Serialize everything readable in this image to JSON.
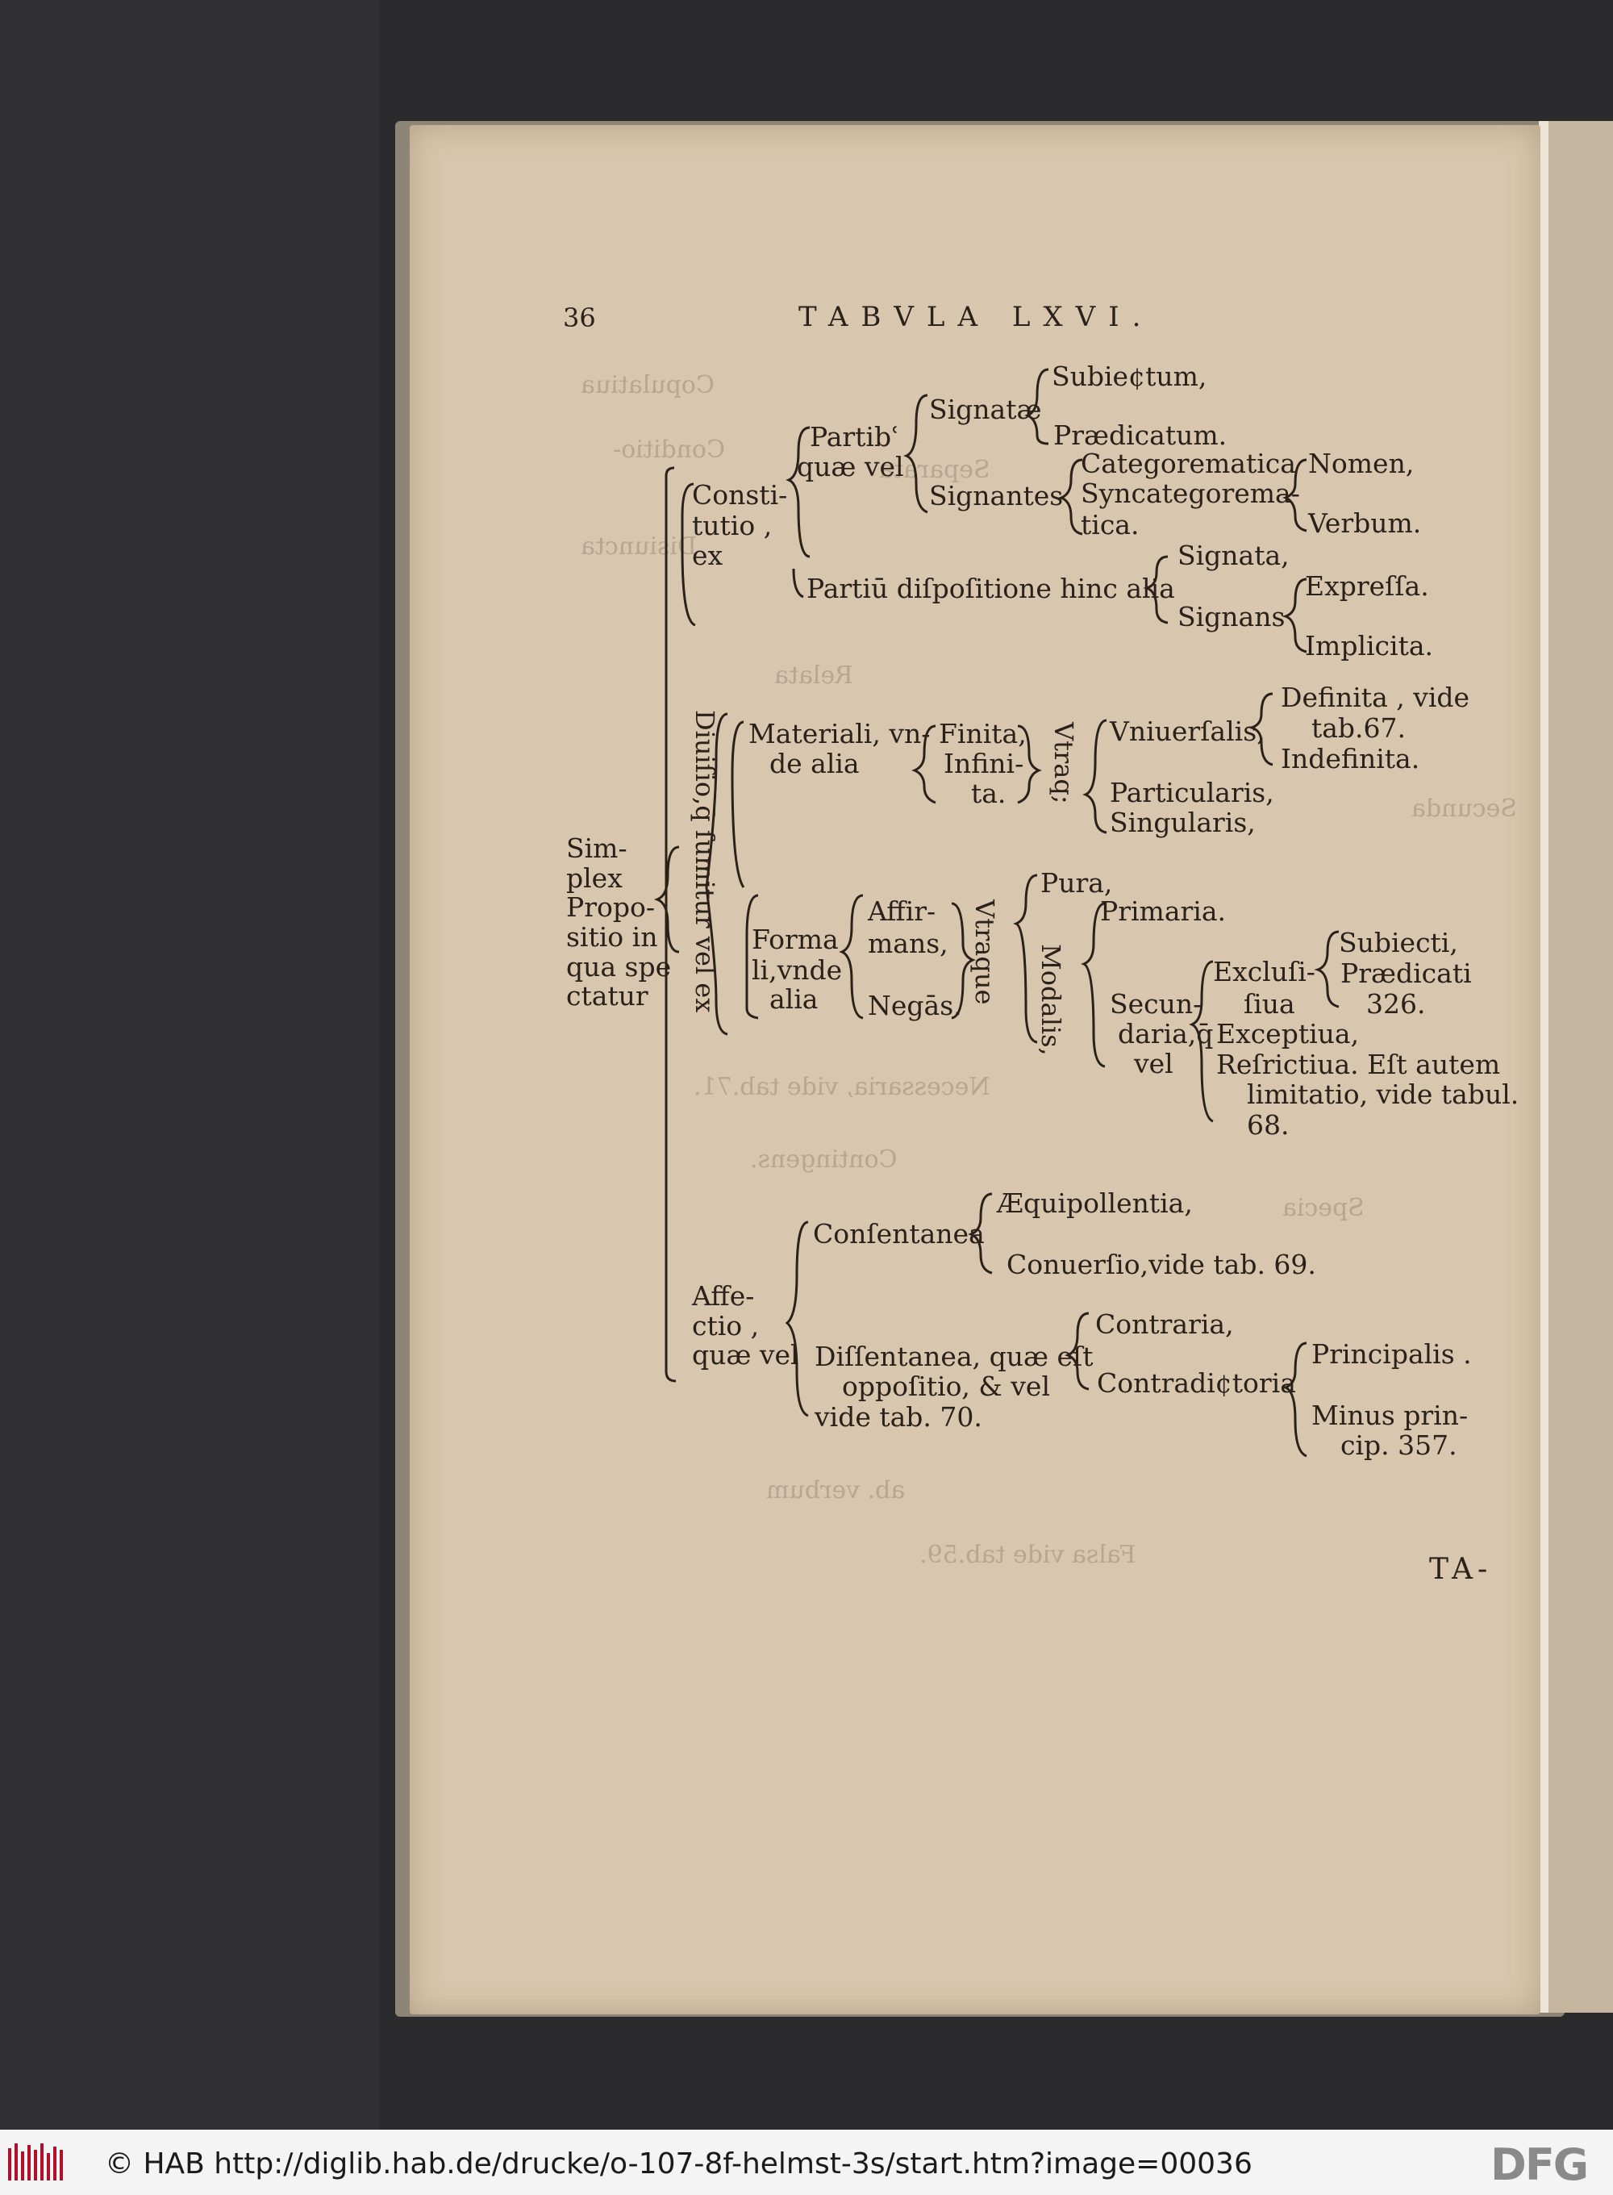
{
  "page": {
    "number": "36",
    "title": "TABVLA LXVI.",
    "catchword": "TA-"
  },
  "tree": {
    "root": [
      "Sim-",
      "plex",
      "Propo-",
      "sitio in",
      "qua spe",
      "ctatur"
    ],
    "constitutio": {
      "label": [
        "Consti-",
        "tutio ,",
        "ex"
      ],
      "partibus": [
        "Partibʿ",
        "quæ vel"
      ],
      "signatae": "Signatæ",
      "subiectum": "Subie¢tum,",
      "praedicatum": "Prædicatum.",
      "signantes": "Signantes",
      "categorematica": "Categorematica",
      "syncategorematica": [
        "Syncategorema-",
        "tica."
      ],
      "nomen": "Nomen,",
      "verbum": "Verbum.",
      "dispositio": "Partiū diſpoſitione hinc alia",
      "signata": "Signata,",
      "signans": "Signans",
      "expressa": "Expreſſa.",
      "implicita": "Implicita."
    },
    "divisio": {
      "label": "Diuiſio,q̄ ſumitur vel ex",
      "materiali": [
        "Materiali, vn-",
        "de alia"
      ],
      "finita": [
        "Finita,",
        "Infini-",
        "ta."
      ],
      "vtraque1": "Vtraq;",
      "vniuersalis": "Vniuerſalis,",
      "definita": [
        "Definita , vide",
        "tab.67.",
        "Indefinita."
      ],
      "particularis": [
        "Particularis,",
        "Singularis,"
      ],
      "formali": [
        "Forma",
        "li,vnde",
        "alia"
      ],
      "affirmans": [
        "Affir-",
        "mans,"
      ],
      "negans": "Negās.",
      "vtraque2": "Vtraque",
      "pura": "Pura,",
      "primaria": "Primaria.",
      "modalis": "Modalis,",
      "secundaria": [
        "Secun-",
        "daria,q̄",
        "vel"
      ],
      "exclusiua": [
        "Excluſi-",
        "ſiua"
      ],
      "subiecti": [
        "Subiecti,",
        "Prædicati",
        "326."
      ],
      "exceptiua": "Exceptiua,",
      "restrictiua": [
        "Reſrictiua.  Eſt autem",
        "limitatio, vide tabul.",
        "68."
      ]
    },
    "affectio": {
      "label": [
        "Affe-",
        "ctio ,",
        "quæ vel"
      ],
      "consentanea": "Conſentanea",
      "aequipollentia": "Æquipollentia,",
      "conuersio": "Conuerſio,vide tab. 69.",
      "dissentanea": [
        "Diſſentanea, quæ eſt",
        "oppoſitio, & vel",
        "vide tab. 70."
      ],
      "contraria": "Contraria,",
      "contradictoria": "Contradi¢toria",
      "principalis": "Principalis .",
      "minus_principalis": [
        "Minus prin-",
        "cip. 357."
      ]
    }
  },
  "bleed_through": [
    "Copulatiua",
    "Conditio-",
    "Separata",
    "Disiuncta",
    "Relata",
    "Secunda",
    "Necessaria, vide tab.71.",
    "Contingens.",
    "Falsa vide tab.59.",
    "Specia",
    "ab. verbum"
  ],
  "footer": {
    "copyright": "© HAB http://diglib.hab.de/drucke/o-107-8f-helmst-3s/start.htm?image=00036",
    "dfg": "DFG"
  },
  "colors": {
    "paper": "#d9c6ae",
    "ink": "#2a221a",
    "background": "#2b2b2d",
    "footer": "#f4f4f4"
  }
}
